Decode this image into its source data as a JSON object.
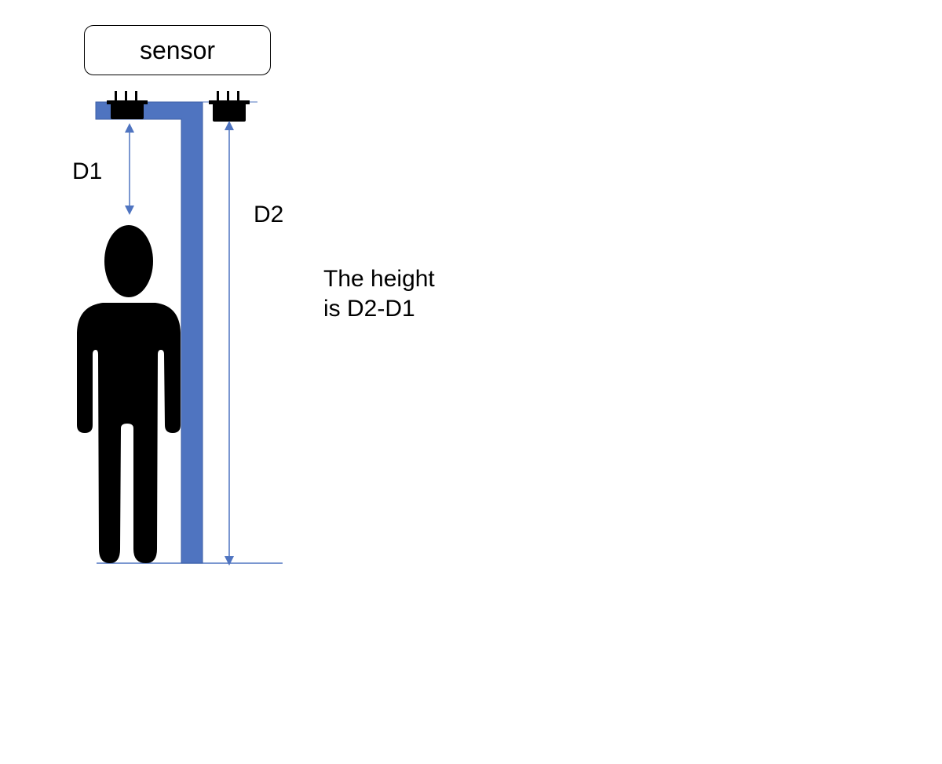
{
  "sensor_label": "sensor",
  "labels": {
    "d1": "D1",
    "d2": "D2"
  },
  "note": {
    "line1": "The height",
    "line2": "is D2-D1"
  },
  "colors": {
    "bracket": "#4f74c0",
    "arrow": "#4f74c0",
    "sensor_body": "#000000",
    "person": "#000000"
  }
}
